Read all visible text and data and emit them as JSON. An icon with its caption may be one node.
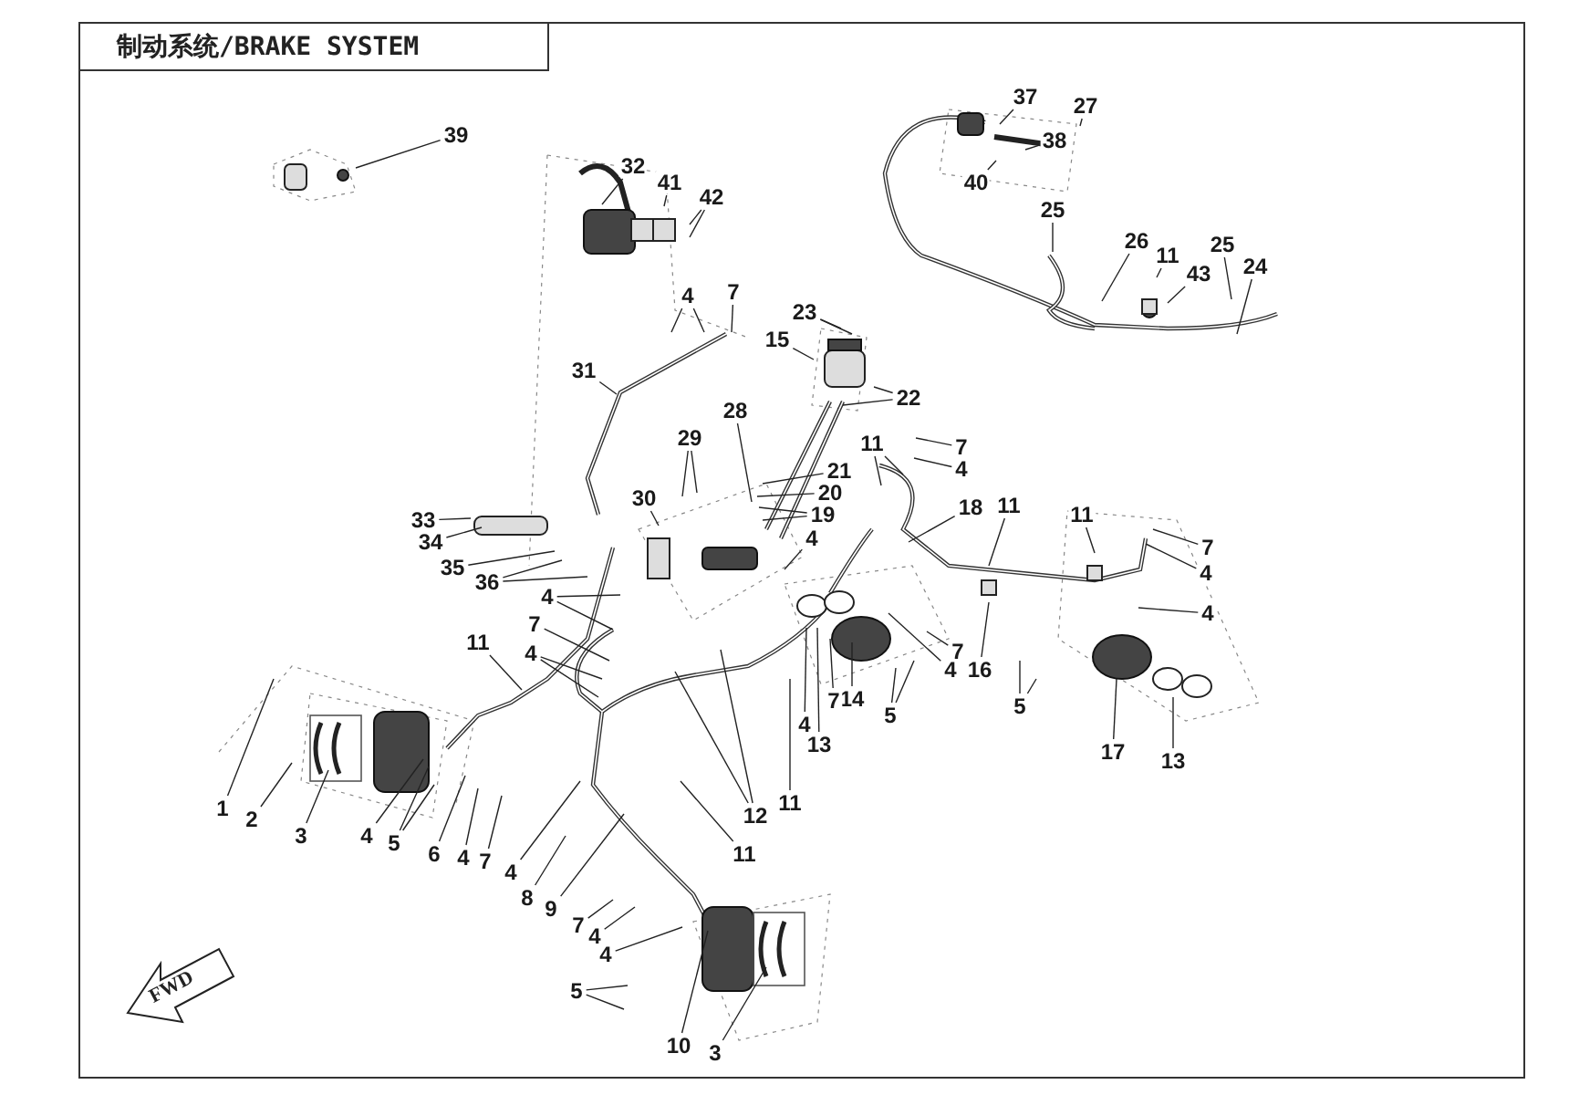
{
  "diagram": {
    "title": "制动系统/BRAKE SYSTEM",
    "nodes": [
      {
        "text": [
          "27"
        ]
      },
      {
        "text": [
          "37"
        ]
      },
      {
        "text": [
          "39"
        ]
      },
      {
        "text": [
          "38"
        ]
      },
      {
        "text": [
          "32"
        ]
      },
      {
        "text": [
          "40"
        ]
      },
      {
        "text": [
          "41"
        ]
      },
      {
        "text": [
          "42"
        ]
      },
      {
        "text": [
          "25"
        ]
      },
      {
        "text": [
          "26"
        ]
      },
      {
        "text": [
          "25"
        ]
      },
      {
        "text": [
          "11"
        ]
      },
      {
        "text": [
          "24"
        ]
      },
      {
        "text": [
          "43"
        ]
      },
      {
        "text": [
          "7"
        ]
      },
      {
        "text": [
          "4"
        ]
      },
      {
        "text": [
          "23"
        ]
      },
      {
        "text": [
          "15"
        ]
      },
      {
        "text": [
          "31"
        ]
      },
      {
        "text": [
          "22"
        ]
      },
      {
        "text": [
          "28"
        ]
      },
      {
        "text": [
          "29"
        ]
      },
      {
        "text": [
          "11"
        ]
      },
      {
        "text": [
          "7"
        ]
      },
      {
        "text": [
          "4"
        ]
      },
      {
        "text": [
          "21"
        ]
      },
      {
        "text": [
          "20"
        ]
      },
      {
        "text": [
          "30"
        ]
      },
      {
        "text": [
          "18"
        ]
      },
      {
        "text": [
          "11"
        ]
      },
      {
        "text": [
          "11"
        ]
      },
      {
        "text": [
          "19"
        ]
      },
      {
        "text": [
          "33"
        ]
      },
      {
        "text": [
          "34"
        ]
      },
      {
        "text": [
          "4"
        ]
      },
      {
        "text": [
          "7"
        ]
      },
      {
        "text": [
          "35"
        ]
      },
      {
        "text": [
          "4"
        ]
      },
      {
        "text": [
          "36"
        ]
      },
      {
        "text": [
          "4"
        ]
      },
      {
        "text": [
          "4"
        ]
      },
      {
        "text": [
          "7"
        ]
      },
      {
        "text": [
          "11"
        ]
      },
      {
        "text": [
          "7"
        ]
      },
      {
        "text": [
          "4"
        ]
      },
      {
        "text": [
          "16"
        ]
      },
      {
        "text": [
          "4"
        ]
      },
      {
        "text": [
          "14"
        ]
      },
      {
        "text": [
          "7"
        ]
      },
      {
        "text": [
          "5"
        ]
      },
      {
        "text": [
          "5"
        ]
      },
      {
        "text": [
          "4"
        ]
      },
      {
        "text": [
          "13"
        ]
      },
      {
        "text": [
          "17"
        ]
      },
      {
        "text": [
          "13"
        ]
      },
      {
        "text": [
          "11"
        ]
      },
      {
        "text": [
          "1"
        ]
      },
      {
        "text": [
          "12"
        ]
      },
      {
        "text": [
          "2"
        ]
      },
      {
        "text": [
          "3"
        ]
      },
      {
        "text": [
          "4"
        ]
      },
      {
        "text": [
          "5"
        ]
      },
      {
        "text": [
          "11"
        ]
      },
      {
        "text": [
          "6"
        ]
      },
      {
        "text": [
          "4"
        ]
      },
      {
        "text": [
          "7"
        ]
      },
      {
        "text": [
          "4"
        ]
      },
      {
        "text": [
          "8"
        ]
      },
      {
        "text": [
          "9"
        ]
      },
      {
        "text": [
          "7"
        ]
      },
      {
        "text": [
          "4"
        ]
      },
      {
        "text": [
          "4"
        ]
      },
      {
        "text": [
          "5"
        ]
      },
      {
        "text": [
          "10"
        ]
      },
      {
        "text": [
          "3"
        ]
      }
    ],
    "edges": [
      {
        "from": 0,
        "to": null,
        "arrow": "none"
      },
      {
        "from": 1,
        "to": null,
        "arrow": "none"
      },
      {
        "from": 2,
        "to": null,
        "arrow": "none"
      },
      {
        "from": 3,
        "to": null,
        "arrow": "none"
      },
      {
        "from": 4,
        "to": null,
        "arrow": "none"
      },
      {
        "from": 5,
        "to": null,
        "arrow": "none"
      },
      {
        "from": 6,
        "to": null,
        "arrow": "none"
      },
      {
        "from": 7,
        "to": null,
        "arrow": "none"
      },
      {
        "from": 7,
        "to": null,
        "arrow": "none"
      },
      {
        "from": 8,
        "to": null,
        "arrow": "none"
      },
      {
        "from": 9,
        "to": null,
        "arrow": "none"
      },
      {
        "from": 10,
        "to": null,
        "arrow": "none"
      },
      {
        "from": 11,
        "to": null,
        "arrow": "none"
      },
      {
        "from": 12,
        "to": null,
        "arrow": "none"
      },
      {
        "from": 13,
        "to": null,
        "arrow": "none"
      },
      {
        "from": 14,
        "to": null,
        "arrow": "none"
      },
      {
        "from": 15,
        "to": null,
        "arrow": "none"
      },
      {
        "from": 15,
        "to": null,
        "arrow": "none"
      },
      {
        "from": 16,
        "to": null,
        "arrow": "none"
      },
      {
        "from": 16,
        "to": null,
        "arrow": "none"
      },
      {
        "from": 17,
        "to": null,
        "arrow": "none"
      },
      {
        "from": 18,
        "to": null,
        "arrow": "none"
      },
      {
        "from": 19,
        "to": null,
        "arrow": "none"
      },
      {
        "from": 19,
        "to": null,
        "arrow": "none"
      },
      {
        "from": 20,
        "to": null,
        "arrow": "none"
      },
      {
        "from": 21,
        "to": null,
        "arrow": "none"
      },
      {
        "from": 21,
        "to": null,
        "arrow": "none"
      },
      {
        "from": 22,
        "to": null,
        "arrow": "none"
      },
      {
        "from": 22,
        "to": null,
        "arrow": "none"
      },
      {
        "from": 23,
        "to": null,
        "arrow": "none"
      },
      {
        "from": 24,
        "to": null,
        "arrow": "none"
      },
      {
        "from": 25,
        "to": null,
        "arrow": "none"
      },
      {
        "from": 26,
        "to": null,
        "arrow": "none"
      },
      {
        "from": 27,
        "to": null,
        "arrow": "none"
      },
      {
        "from": 28,
        "to": null,
        "arrow": "none"
      },
      {
        "from": 29,
        "to": null,
        "arrow": "none"
      },
      {
        "from": 30,
        "to": null,
        "arrow": "none"
      },
      {
        "from": 31,
        "to": null,
        "arrow": "none"
      },
      {
        "from": 31,
        "to": null,
        "arrow": "none"
      },
      {
        "from": 32,
        "to": null,
        "arrow": "none"
      },
      {
        "from": 33,
        "to": null,
        "arrow": "none"
      },
      {
        "from": 34,
        "to": null,
        "arrow": "none"
      },
      {
        "from": 35,
        "to": null,
        "arrow": "none"
      },
      {
        "from": 36,
        "to": null,
        "arrow": "none"
      },
      {
        "from": 37,
        "to": null,
        "arrow": "none"
      },
      {
        "from": 38,
        "to": null,
        "arrow": "none"
      },
      {
        "from": 38,
        "to": null,
        "arrow": "none"
      },
      {
        "from": 39,
        "to": null,
        "arrow": "none"
      },
      {
        "from": 39,
        "to": null,
        "arrow": "none"
      },
      {
        "from": 40,
        "to": null,
        "arrow": "none"
      },
      {
        "from": 41,
        "to": null,
        "arrow": "none"
      },
      {
        "from": 42,
        "to": null,
        "arrow": "none"
      },
      {
        "from": 43,
        "to": null,
        "arrow": "none"
      },
      {
        "from": 44,
        "to": null,
        "arrow": "none"
      },
      {
        "from": 44,
        "to": null,
        "arrow": "none"
      },
      {
        "from": 45,
        "to": null,
        "arrow": "none"
      },
      {
        "from": 46,
        "to": null,
        "arrow": "none"
      },
      {
        "from": 47,
        "to": null,
        "arrow": "none"
      },
      {
        "from": 48,
        "to": null,
        "arrow": "none"
      },
      {
        "from": 49,
        "to": null,
        "arrow": "none"
      },
      {
        "from": 49,
        "to": null,
        "arrow": "none"
      },
      {
        "from": 50,
        "to": null,
        "arrow": "none"
      },
      {
        "from": 50,
        "to": null,
        "arrow": "none"
      },
      {
        "from": 51,
        "to": null,
        "arrow": "none"
      },
      {
        "from": 52,
        "to": null,
        "arrow": "none"
      },
      {
        "from": 53,
        "to": null,
        "arrow": "none"
      },
      {
        "from": 54,
        "to": null,
        "arrow": "none"
      },
      {
        "from": 55,
        "to": null,
        "arrow": "none"
      },
      {
        "from": 56,
        "to": null,
        "arrow": "none"
      },
      {
        "from": 57,
        "to": null,
        "arrow": "none"
      },
      {
        "from": 57,
        "to": null,
        "arrow": "none"
      },
      {
        "from": 58,
        "to": null,
        "arrow": "none"
      },
      {
        "from": 59,
        "to": null,
        "arrow": "none"
      },
      {
        "from": 60,
        "to": null,
        "arrow": "none"
      },
      {
        "from": 61,
        "to": null,
        "arrow": "none"
      },
      {
        "from": 61,
        "to": null,
        "arrow": "none"
      },
      {
        "from": 62,
        "to": null,
        "arrow": "none"
      },
      {
        "from": 63,
        "to": null,
        "arrow": "none"
      },
      {
        "from": 64,
        "to": null,
        "arrow": "none"
      },
      {
        "from": 65,
        "to": null,
        "arrow": "none"
      },
      {
        "from": 66,
        "to": null,
        "arrow": "none"
      },
      {
        "from": 67,
        "to": null,
        "arrow": "none"
      },
      {
        "from": 68,
        "to": null,
        "arrow": "none"
      },
      {
        "from": 69,
        "to": null,
        "arrow": "none"
      },
      {
        "from": 70,
        "to": null,
        "arrow": "none"
      },
      {
        "from": 71,
        "to": null,
        "arrow": "none"
      },
      {
        "from": 72,
        "to": null,
        "arrow": "none"
      },
      {
        "from": 72,
        "to": null,
        "arrow": "none"
      },
      {
        "from": 73,
        "to": null,
        "arrow": "none"
      },
      {
        "from": 74,
        "to": null,
        "arrow": "none"
      }
    ],
    "labels": [
      "FWD"
    ]
  }
}
